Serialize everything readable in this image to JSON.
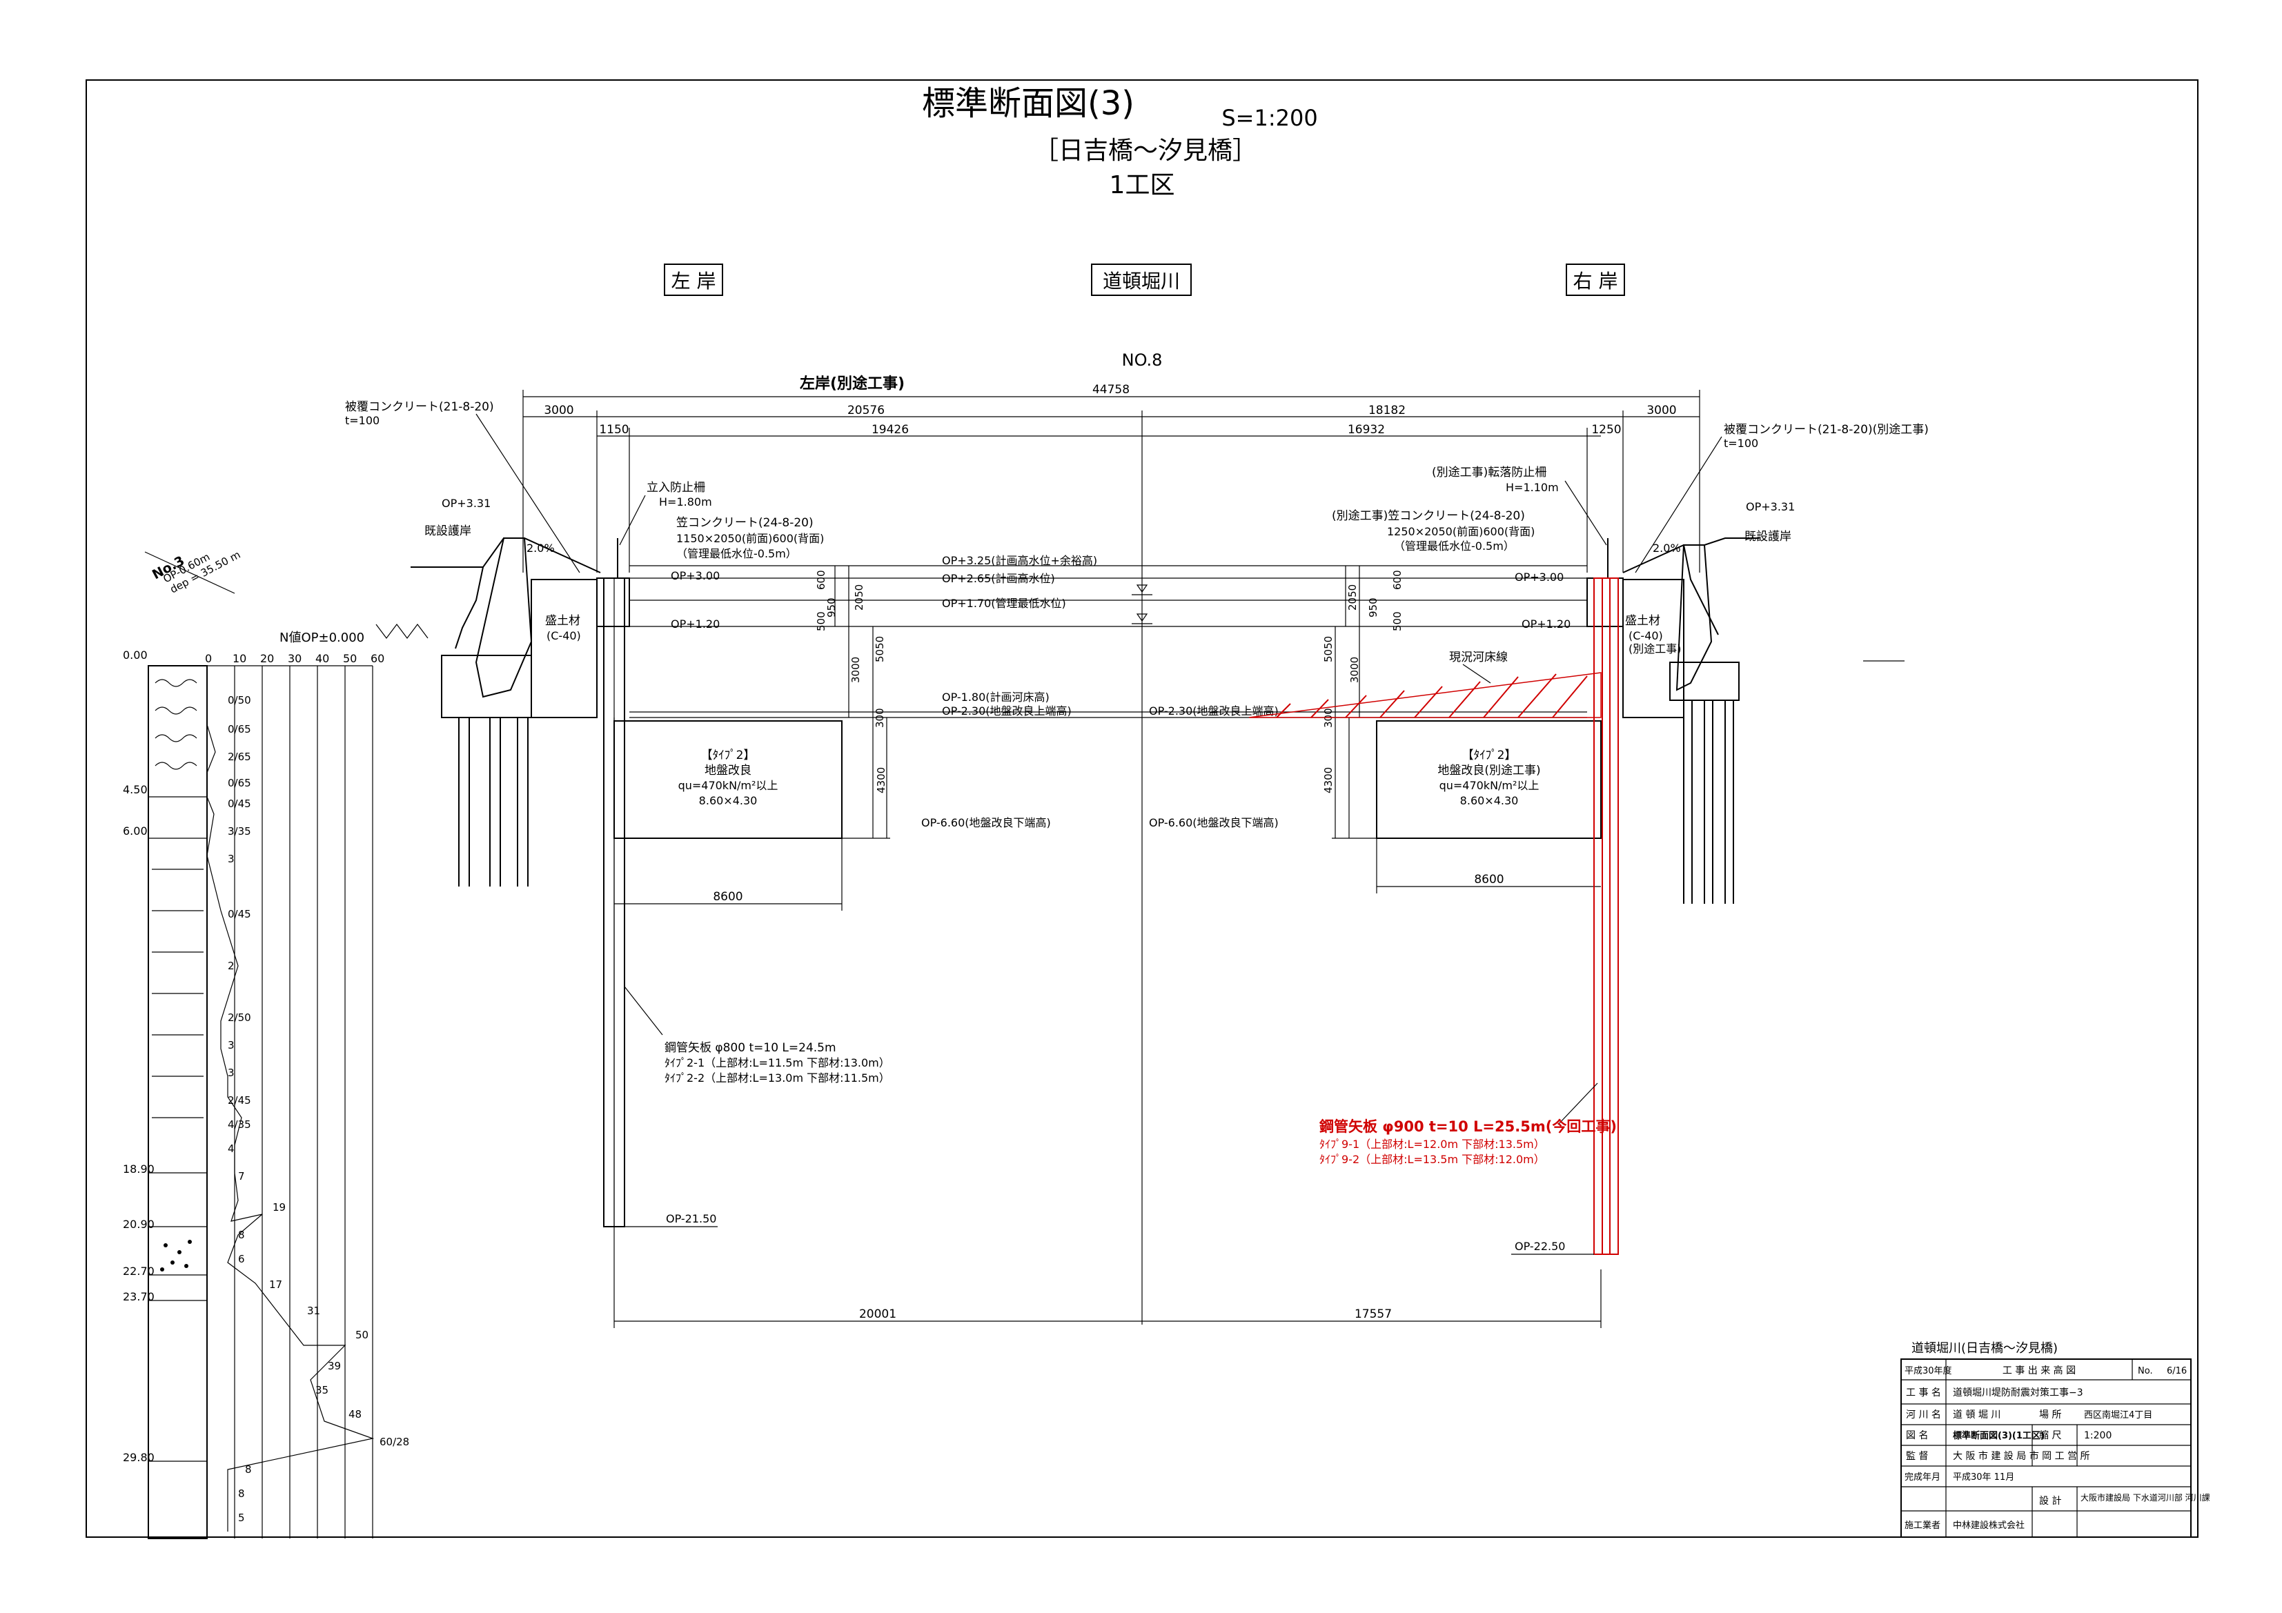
{
  "title": {
    "main": "標準断面図(3)",
    "scale": "S=1:200",
    "sub": "［日吉橋～汐見橋］",
    "zone": "1工区"
  },
  "header_boxes": {
    "left": "左 岸",
    "center": "道頓堀川",
    "right": "右 岸"
  },
  "section": {
    "no": "NO.8",
    "left_note": "左岸(別途工事)"
  },
  "dims": {
    "total": "44758",
    "left_3000": "3000",
    "span_left": "20576",
    "span_right": "18182",
    "right_3000": "3000",
    "l1150": "1150",
    "l19426": "19426",
    "r16932": "16932",
    "r1250": "1250",
    "b8600_left": "8600",
    "b8600_right": "8600",
    "bottom_left": "20001",
    "bottom_right": "17557",
    "v600": "600",
    "v950": "950",
    "v2050": "2050",
    "v500": "500",
    "v3000": "3000",
    "v5050": "5050",
    "v300": "300",
    "v4300": "4300"
  },
  "left_bank": {
    "cover_conc": "被覆コンクリート(21-8-20)",
    "cover_t": "t=100",
    "op331": "OP+3.31",
    "existing": "既設護岸",
    "pct": "2.0%",
    "fence": "立入防止柵",
    "fence_h": "H=1.80m",
    "kasa": "笠コンクリート(24-8-20)",
    "kasa_dim": "1150×2050(前面)600(背面)",
    "kasa_note": "（管理最低水位-0.5m）",
    "fill": "盛土材",
    "fill_mat": "(C-40)",
    "n_value": "N値OP±0.000",
    "sheet_pile": "鋼管矢板 φ800 t=10 L=24.5m",
    "type21": "ﾀｲﾌﾟ2-1（上部材:L=11.5m 下部材:13.0m）",
    "type22": "ﾀｲﾌﾟ2-2（上部材:L=13.0m 下部材:11.5m）",
    "op_bottom": "OP-21.50",
    "improve_type": "【ﾀｲﾌﾟ2】",
    "improve_name": "地盤改良",
    "improve_qu": "qu=470kN/m²以上",
    "improve_size": "8.60×4.30"
  },
  "right_bank": {
    "cover_conc": "被覆コンクリート(21-8-20)(別途工事)",
    "cover_t": "t=100",
    "fence": "(別途工事)転落防止柵",
    "fence_h": "H=1.10m",
    "kasa": "(別途工事)笠コンクリート(24-8-20)",
    "kasa_dim": "1250×2050(前面)600(背面)",
    "kasa_note": "（管理最低水位-0.5m）",
    "op331": "OP+3.31",
    "existing": "既設護岸",
    "pct": "2.0%",
    "fill": "盛土材",
    "fill_mat": "(C-40)",
    "fill_note": "(別途工事)",
    "riverbed": "現況河床線",
    "sheet_pile": "鋼管矢板 φ900 t=10 L=25.5m(今回工事)",
    "type91": "ﾀｲﾌﾟ9-1（上部材:L=12.0m 下部材:13.5m）",
    "type92": "ﾀｲﾌﾟ9-2（上部材:L=13.5m 下部材:12.0m）",
    "op_bottom": "OP-22.50",
    "improve_type": "【ﾀｲﾌﾟ2】",
    "improve_name": "地盤改良(別途工事)",
    "improve_qu": "qu=470kN/m²以上",
    "improve_size": "8.60×4.30"
  },
  "levels": {
    "op325": "OP+3.25(計画高水位+余裕高)",
    "op265": "OP+2.65(計画高水位)",
    "op170": "OP+1.70(管理最低水位)",
    "op300_l": "OP+3.00",
    "op300_r": "OP+3.00",
    "op120_l": "OP+1.20",
    "op120_r": "OP+1.20",
    "opm180": "OP-1.80(計画河床高)",
    "opm230_l": "OP-2.30(地盤改良上端高)",
    "opm230_r": "OP-2.30(地盤改良上端高)",
    "opm660_l": "OP-6.60(地盤改良下端高)",
    "opm660_r": "OP-6.60(地盤改良下端高)"
  },
  "boring": {
    "name": "No.3",
    "op": "OP-0.60m",
    "dep": "dep = 35.50 m",
    "scale_ticks": [
      "0",
      "10",
      "20",
      "30",
      "40",
      "50",
      "60"
    ],
    "depths": [
      "0.00",
      "4.50",
      "6.00",
      "18.90",
      "20.90",
      "22.70",
      "23.70",
      "29.80"
    ],
    "n_labels": [
      "0/50",
      "0/65",
      "2/65",
      "0/65",
      "0/45",
      "3/35",
      "3",
      "0/45",
      "2",
      "2/50",
      "3",
      "3",
      "2/45",
      "4/35",
      "4",
      "7",
      "19",
      "8",
      "6",
      "17",
      "31",
      "50",
      "39",
      "35",
      "48",
      "60/28",
      "8",
      "8",
      "5"
    ]
  },
  "title_block": {
    "caption": "道頓堀川(日吉橋～汐見橋)",
    "year": "平成30年度",
    "kind": "工 事 出 来 高 図",
    "no_label": "No.",
    "no_value": "6/16",
    "name_label": "工 事 名",
    "name_value": "道頓堀川堤防耐震対策工事−3",
    "river_label": "河 川 名",
    "river_value": "道 頓 堀 川",
    "place_label": "場 所",
    "place_value": "西区南堀江4丁目",
    "fig_label": "図 名",
    "fig_value": "標準断面図(3)(1工区)",
    "scale_label": "縮 尺",
    "scale_value": "1:200",
    "super_label": "監 督",
    "super_value": "大 阪 市 建 設 局 市 岡 工 営 所",
    "done_label": "完成年月",
    "done_value": "平成30年 11月",
    "design_label": "設 計",
    "design_value": "大阪市建設局 下水道河川部 河川課",
    "contractor_label": "施工業者",
    "contractor_value": "中林建設株式会社"
  }
}
